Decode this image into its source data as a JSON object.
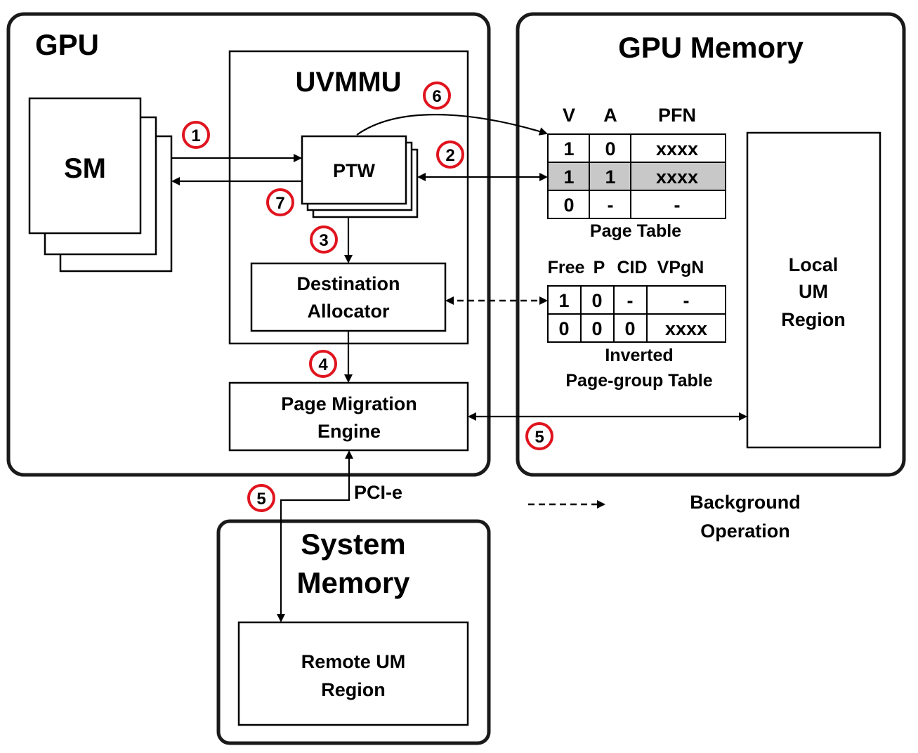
{
  "labels": {
    "gpu": "GPU",
    "gpu_memory": "GPU Memory",
    "uvmmu": "UVMMU",
    "sm": "SM",
    "ptw": "PTW",
    "destination_allocator_line1": "Destination",
    "destination_allocator_line2": "Allocator",
    "page_migration_engine_line1": "Page Migration",
    "page_migration_engine_line2": "Engine",
    "system_memory_line1": "System",
    "system_memory_line2": "Memory",
    "remote_um_line1": "Remote UM",
    "remote_um_line2": "Region",
    "local_um_line1": "Local",
    "local_um_line2": "UM",
    "local_um_line3": "Region",
    "pcie": "PCI-e",
    "legend_line1": "Background",
    "legend_line2": "Operation"
  },
  "steps": {
    "s1": "1",
    "s2": "2",
    "s3": "3",
    "s4": "4",
    "s5a": "5",
    "s5b": "5",
    "s6": "6",
    "s7": "7"
  },
  "page_table": {
    "caption": "Page Table",
    "headers": [
      "V",
      "A",
      "PFN"
    ],
    "rows": [
      [
        "1",
        "0",
        "xxxx"
      ],
      [
        "1",
        "1",
        "xxxx"
      ],
      [
        "0",
        "-",
        "-"
      ]
    ],
    "highlight_color": "#c8c8c8"
  },
  "inverted_table": {
    "caption_line1": "Inverted",
    "caption_line2": "Page-group Table",
    "headers": [
      "Free",
      "P",
      "CID",
      "VPgN"
    ],
    "rows": [
      [
        "1",
        "0",
        "-",
        "-"
      ],
      [
        "0",
        "0",
        "0",
        "xxxx"
      ]
    ]
  },
  "colors": {
    "badge_ring": "#e0141e",
    "border": "#1a1a1a"
  }
}
